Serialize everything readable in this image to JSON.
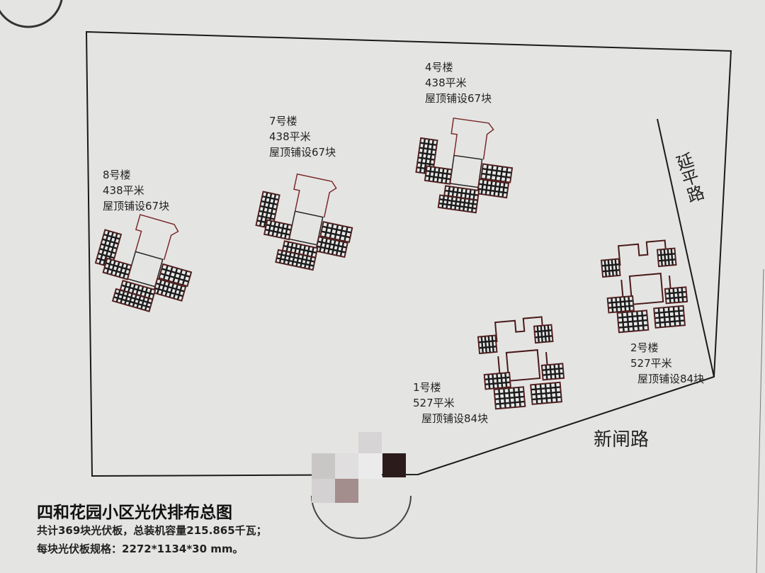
{
  "title": "四和花园小区光伏排布总图",
  "summary_line1": "共计369块光伏板，总装机容量215.865千瓦；",
  "summary_line2": "每块光伏板规格：2272*1134*30 mm。",
  "roads": {
    "east": "延平路",
    "south": "新闸路"
  },
  "buildings": [
    {
      "name": "8号楼",
      "area": "438平米",
      "panels": "屋顶铺设67块",
      "panel_count": 67
    },
    {
      "name": "7号楼",
      "area": "438平米",
      "panels": "屋顶铺设67块",
      "panel_count": 67
    },
    {
      "name": "4号楼",
      "area": "438平米",
      "panels": "屋顶铺设67块",
      "panel_count": 67
    },
    {
      "name": "1号楼",
      "area": "527平米",
      "panels": "屋顶铺设84块",
      "panel_count": 84
    },
    {
      "name": "2号楼",
      "area": "527平米",
      "panels": "屋顶铺设84块",
      "panel_count": 84
    }
  ],
  "colors": {
    "paper": "#e4e5e3",
    "line": "#1a1a1a",
    "outline": "#7a2a2a"
  }
}
